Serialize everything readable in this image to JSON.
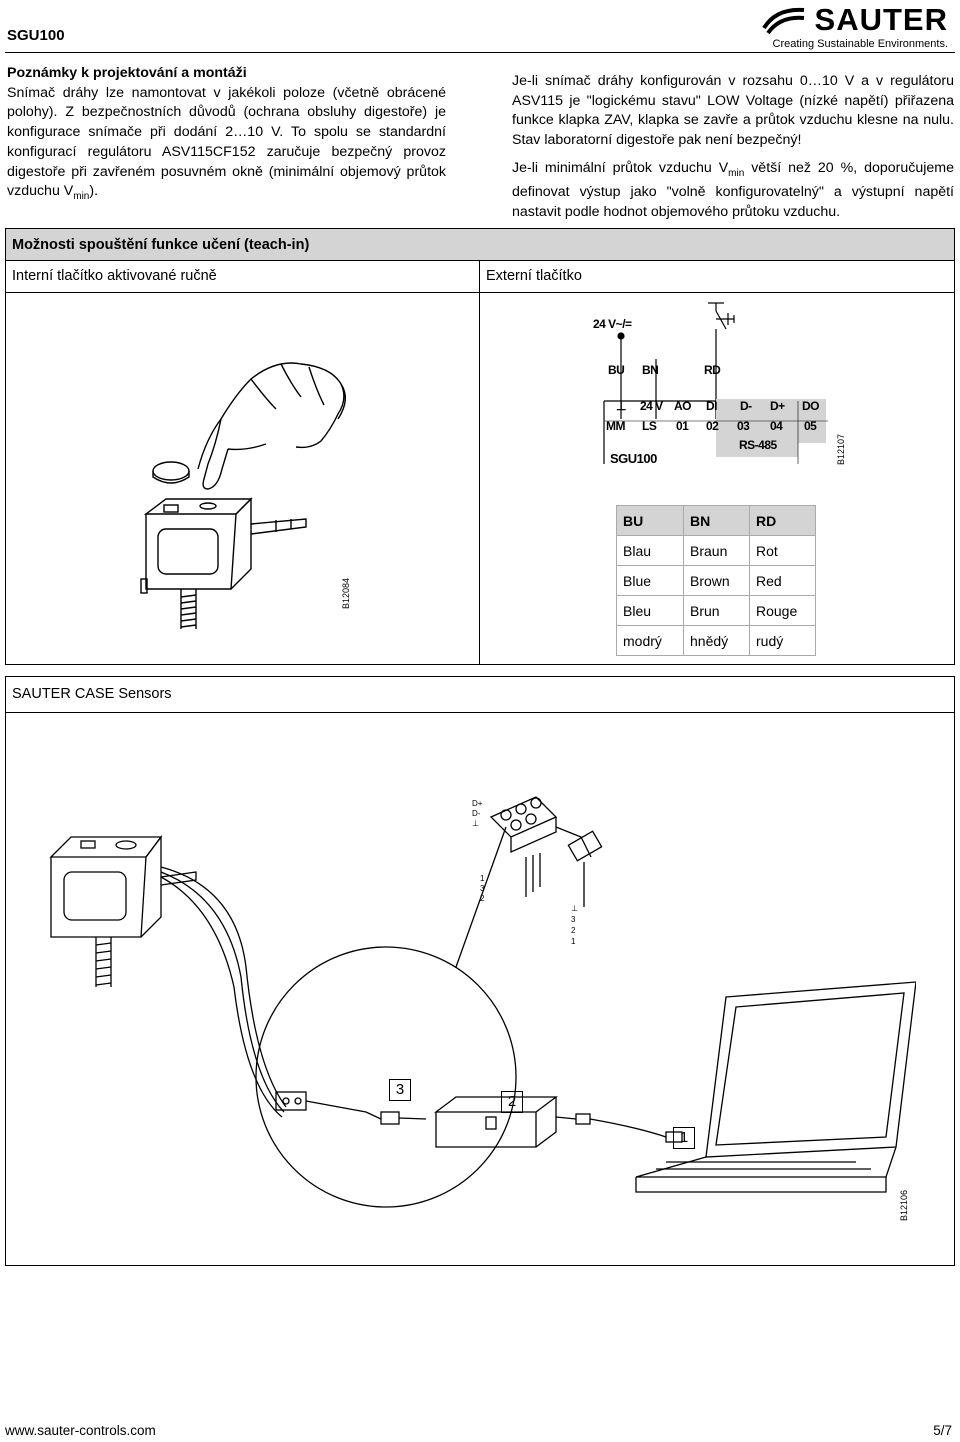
{
  "header": {
    "title": "SGU100",
    "logo_word": "SAUTER",
    "logo_tagline": "Creating Sustainable Environments."
  },
  "notes": {
    "heading": "Poznámky k projektování a montáži",
    "left_text": "Snímač dráhy lze namontovat v jakékoli poloze (včetně obrácené polohy). Z bezpečnostních důvodů (ochrana obsluhy digestoře) je konfigurace snímače při dodání 2…10 V. To spolu se standardní konfigurací regulátoru ASV115CF152 zaručuje bezpečný provoz digestoře při zavřeném posuvném okně (minimální objemový průtok vzduchu V",
    "left_sub": "min",
    "left_end": ").",
    "right_p1": "Je-li snímač dráhy konfigurován v rozsahu 0…10 V a v regulátoru ASV115 je \"logickému stavu\" LOW Voltage (nízké napětí) přiřazena funkce klapka ZAV, klapka se zavře a průtok vzduchu klesne na nulu. Stav laboratorní digestoře pak není bezpečný!",
    "right_p2_a": "Je-li minimální průtok vzduchu V",
    "right_p2_sub": "min",
    "right_p2_b": " větší než 20 %, doporučujeme definovat výstup jako \"volně konfigurovatelný\" a výstupní napětí nastavit podle hodnot objemového průtoku vzduchu."
  },
  "teach_in": {
    "title": "Možnosti spouštění funkce učení (teach-in)",
    "internal_label": "Interní tlačítko aktivované ručně",
    "external_label": "Externí tlačítko",
    "figure_left_id": "B12084",
    "figure_right_id": "B12107",
    "wiring": {
      "supply": "24 V~/=",
      "wires": [
        "BU",
        "BN",
        "RD"
      ],
      "row1": [
        "⊥",
        "24 V",
        "AO",
        "DI",
        "D-",
        "D+",
        "DO"
      ],
      "row2": [
        "MM",
        "LS",
        "01",
        "02",
        "03",
        "04",
        "05"
      ],
      "bus": "RS-485",
      "device": "SGU100"
    },
    "color_table": {
      "header": [
        "BU",
        "BN",
        "RD"
      ],
      "rows": [
        [
          "Blau",
          "Braun",
          "Rot"
        ],
        [
          "Blue",
          "Brown",
          "Red"
        ],
        [
          "Bleu",
          "Brun",
          "Rouge"
        ],
        [
          "modrý",
          "hnědý",
          "rudý"
        ]
      ]
    }
  },
  "case": {
    "title": "SAUTER CASE Sensors",
    "figure_id": "B12106",
    "connector_top": [
      "D+",
      "D-",
      "⊥"
    ],
    "connector_pins": [
      "1",
      "3",
      "2"
    ],
    "plug_pins": [
      "⊥",
      "3",
      "2",
      "1"
    ],
    "callouts": [
      "3",
      "2",
      "1"
    ]
  },
  "footer": {
    "url": "www.sauter-controls.com",
    "page": "5/7"
  }
}
